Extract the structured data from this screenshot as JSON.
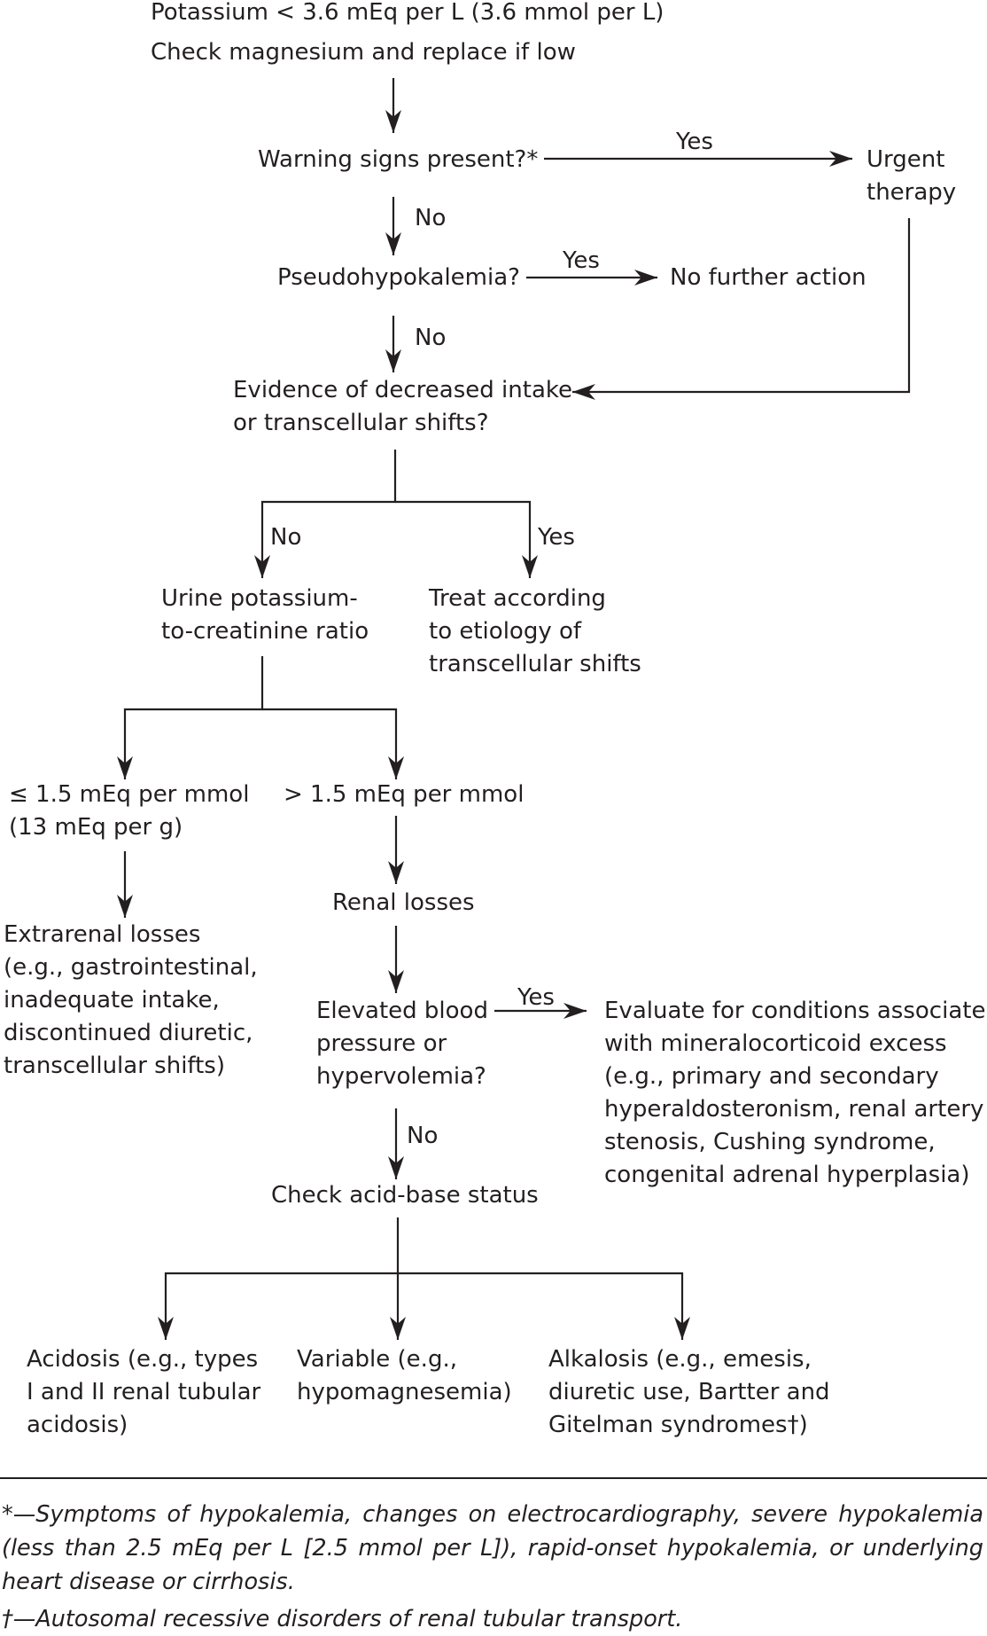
{
  "nodes": {
    "start": [
      "Potassium < 3.6 mEq per L (3.6 mmol per L)",
      "Check magnesium and replace if low"
    ],
    "warning": [
      "Warning signs present?*"
    ],
    "urgent": [
      "Urgent",
      "therapy"
    ],
    "pseudo": [
      "Pseudohypokalemia?"
    ],
    "no_further": [
      "No further action"
    ],
    "evidence": [
      "Evidence of decreased intake",
      "or transcellular shifts?"
    ],
    "urine": [
      "Urine potassium-",
      "to-creatinine ratio"
    ],
    "treat": [
      "Treat according",
      "to etiology of",
      "transcellular shifts"
    ],
    "low_ratio": [
      "≤ 1.5 mEq per mmol",
      "(13 mEq per g)"
    ],
    "high_ratio": [
      "> 1.5 mEq per mmol"
    ],
    "extrarenal": [
      "Extrarenal losses",
      "(e.g., gastrointestinal,",
      "inadequate intake,",
      "discontinued diuretic,",
      "transcellular shifts)"
    ],
    "renal": [
      "Renal losses"
    ],
    "elevated_bp": [
      "Elevated blood",
      "pressure or",
      "hypervolemia?"
    ],
    "evaluate": [
      "Evaluate for conditions associated",
      "with mineralocorticoid excess",
      "(e.g., primary and secondary",
      "hyperaldosteronism, renal artery",
      "stenosis, Cushing syndrome,",
      "congenital adrenal hyperplasia)"
    ],
    "acid_base": [
      "Check acid-base status"
    ],
    "acidosis": [
      "Acidosis (e.g., types",
      "I and II renal tubular",
      "acidosis)"
    ],
    "variable": [
      "Variable (e.g.,",
      "hypomagnesemia)"
    ],
    "alkalosis": [
      "Alkalosis (e.g., emesis,",
      "diuretic use, Bartter and",
      "Gitelman syndromes†)"
    ]
  },
  "edge_labels": {
    "warning_yes": "Yes",
    "warning_no": "No",
    "pseudo_yes": "Yes",
    "pseudo_no": "No",
    "evidence_no": "No",
    "evidence_yes": "Yes",
    "bp_yes": "Yes",
    "bp_no": "No"
  },
  "footnotes": {
    "star": "*—Symptoms of hypokalemia, changes on electrocardiography, severe hypokalemia (less than 2.5 mEq per L [2.5 mmol per L]), rapid-onset hypokalemia, or underlying heart disease or cirrhosis.",
    "dagger": "†—Autosomal recessive disorders of renal tubular transport."
  },
  "colors": {
    "text": "#231f20",
    "line": "#231f20"
  }
}
